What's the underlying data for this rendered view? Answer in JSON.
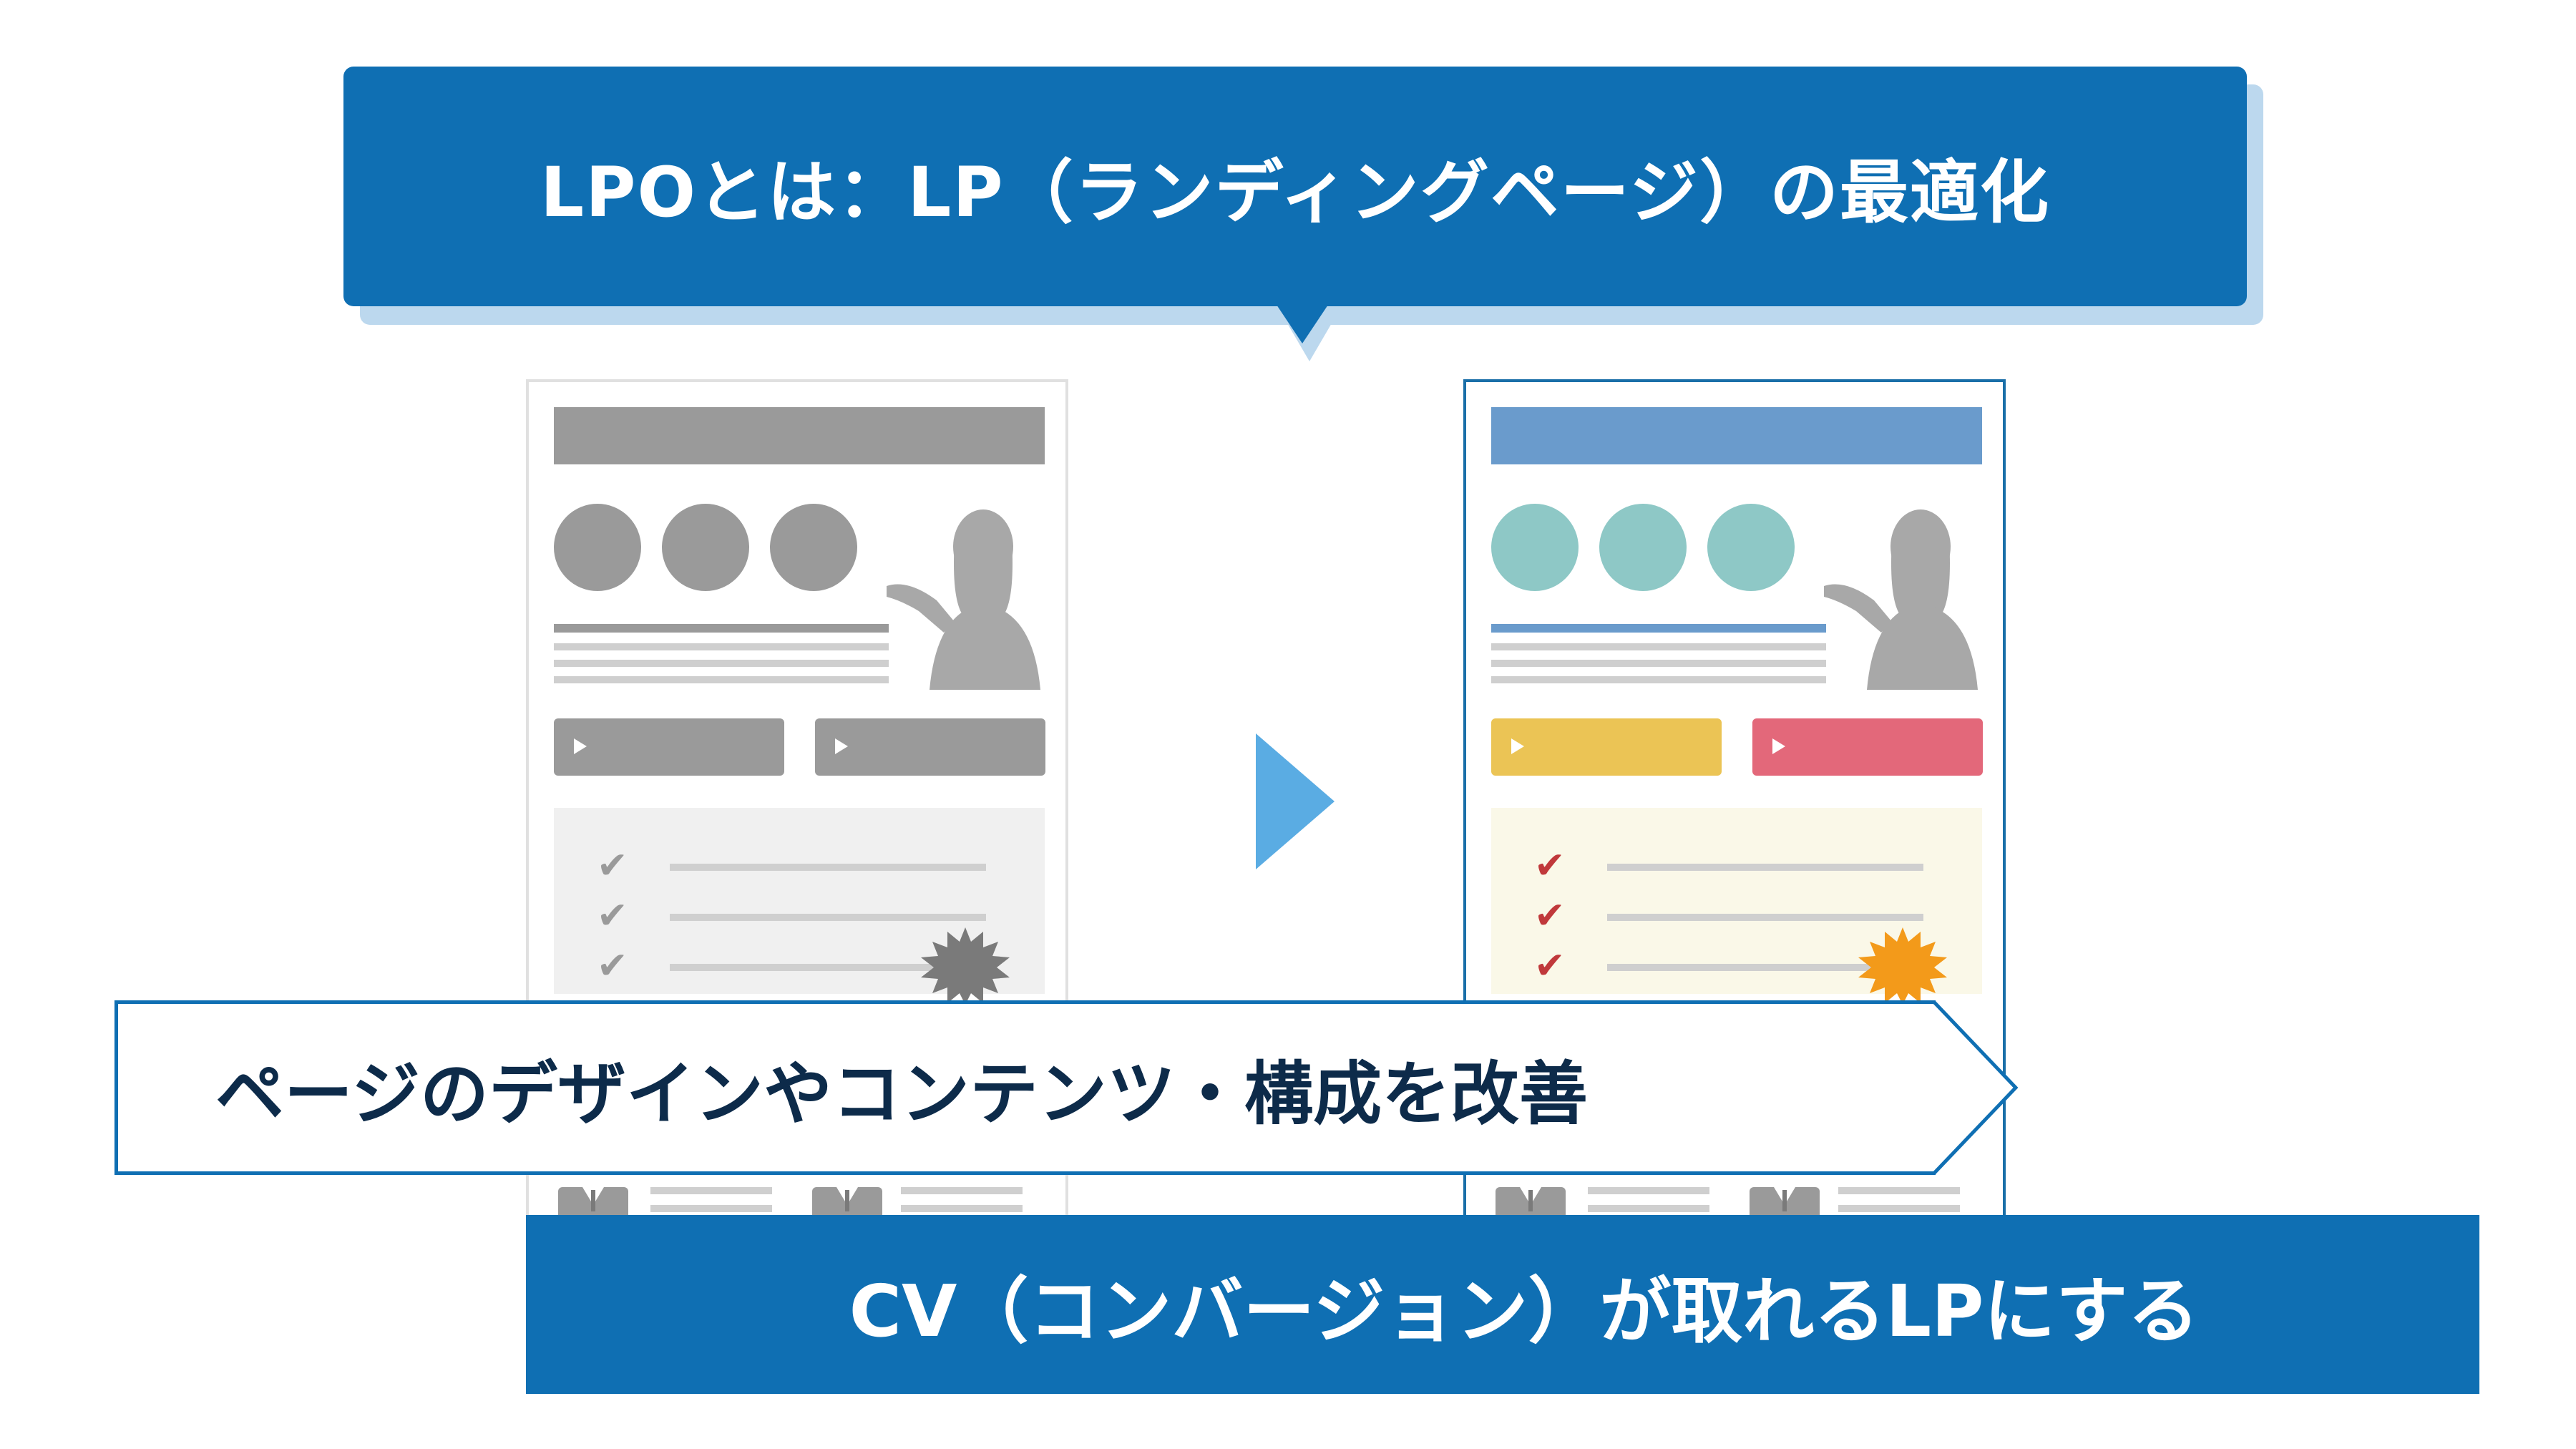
{
  "title": {
    "text": "LPOとは：LP（ランディングページ）の最適化"
  },
  "middle_banner": {
    "text": "ページのデザインやコンテンツ・構成を改善"
  },
  "bottom_banner": {
    "text": "CV（コンバージョン）が取れるLPにする"
  },
  "colors": {
    "brand_blue": "#0f6fb3",
    "arrow_blue": "#5aace3",
    "before_gray": "#9a9a9a",
    "after_header": "#6a9bcc",
    "after_circle": "#8ec8c6",
    "after_button_yellow": "#ebc455",
    "after_button_red": "#e3687a",
    "after_check": "#c0393b",
    "after_burst": "#f39a1a",
    "after_panel": "#faf8e8"
  }
}
